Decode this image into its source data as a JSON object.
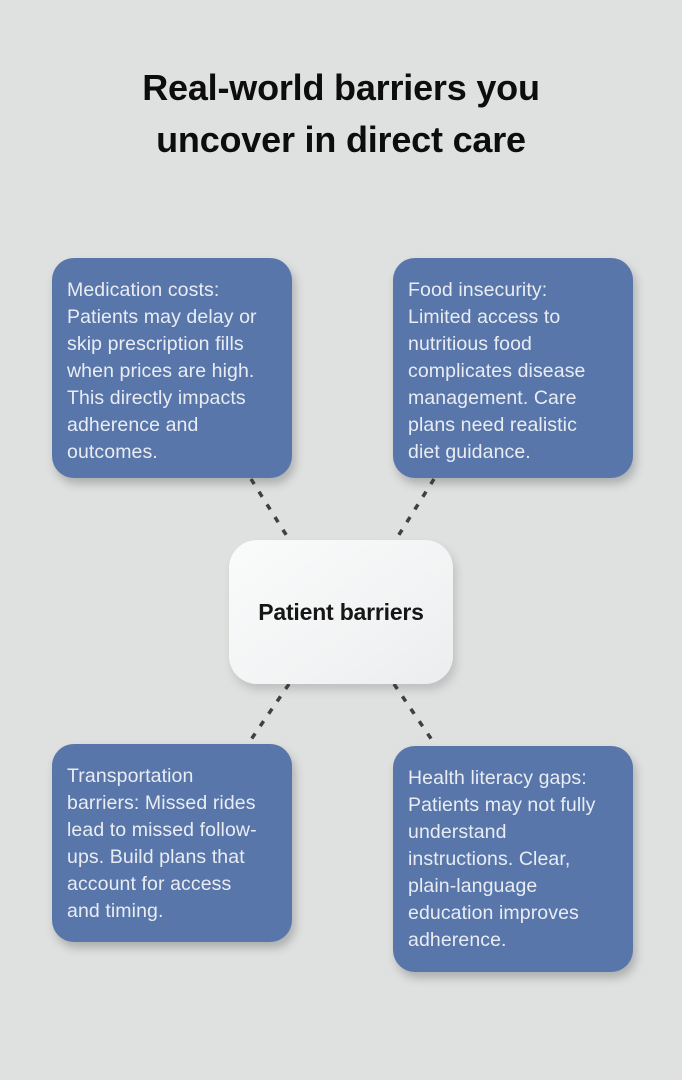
{
  "title": "Real-world barriers you\nuncover in direct care",
  "diagram": {
    "center_label": "Patient barriers",
    "nodes": [
      {
        "name": "medication-costs",
        "text": "Medication costs:\nPatients may delay or\nskip prescription fills\nwhen prices are high.\nThis directly impacts\nadherence and\noutcomes."
      },
      {
        "name": "food-insecurity",
        "text": "Food insecurity:\nLimited access to\nnutritious food\ncomplicates disease\nmanagement. Care\nplans need realistic\ndiet guidance."
      },
      {
        "name": "transportation-barriers",
        "text": "Transportation\nbarriers: Missed rides\nlead to missed follow-\nups. Build plans that\naccount for access\nand timing."
      },
      {
        "name": "health-literacy-gaps",
        "text": "Health literacy gaps:\nPatients may not fully\nunderstand\ninstructions. Clear,\nplain-language\neducation improves\nadherence."
      }
    ]
  },
  "colors": {
    "background": "#dfe1e0",
    "node_fill": "#5876aa",
    "node_text": "#e9edf3",
    "center_fill": "#f3f4f5",
    "center_text": "#161616",
    "title_text": "#0d0d0d",
    "connector": "#3e4043"
  }
}
